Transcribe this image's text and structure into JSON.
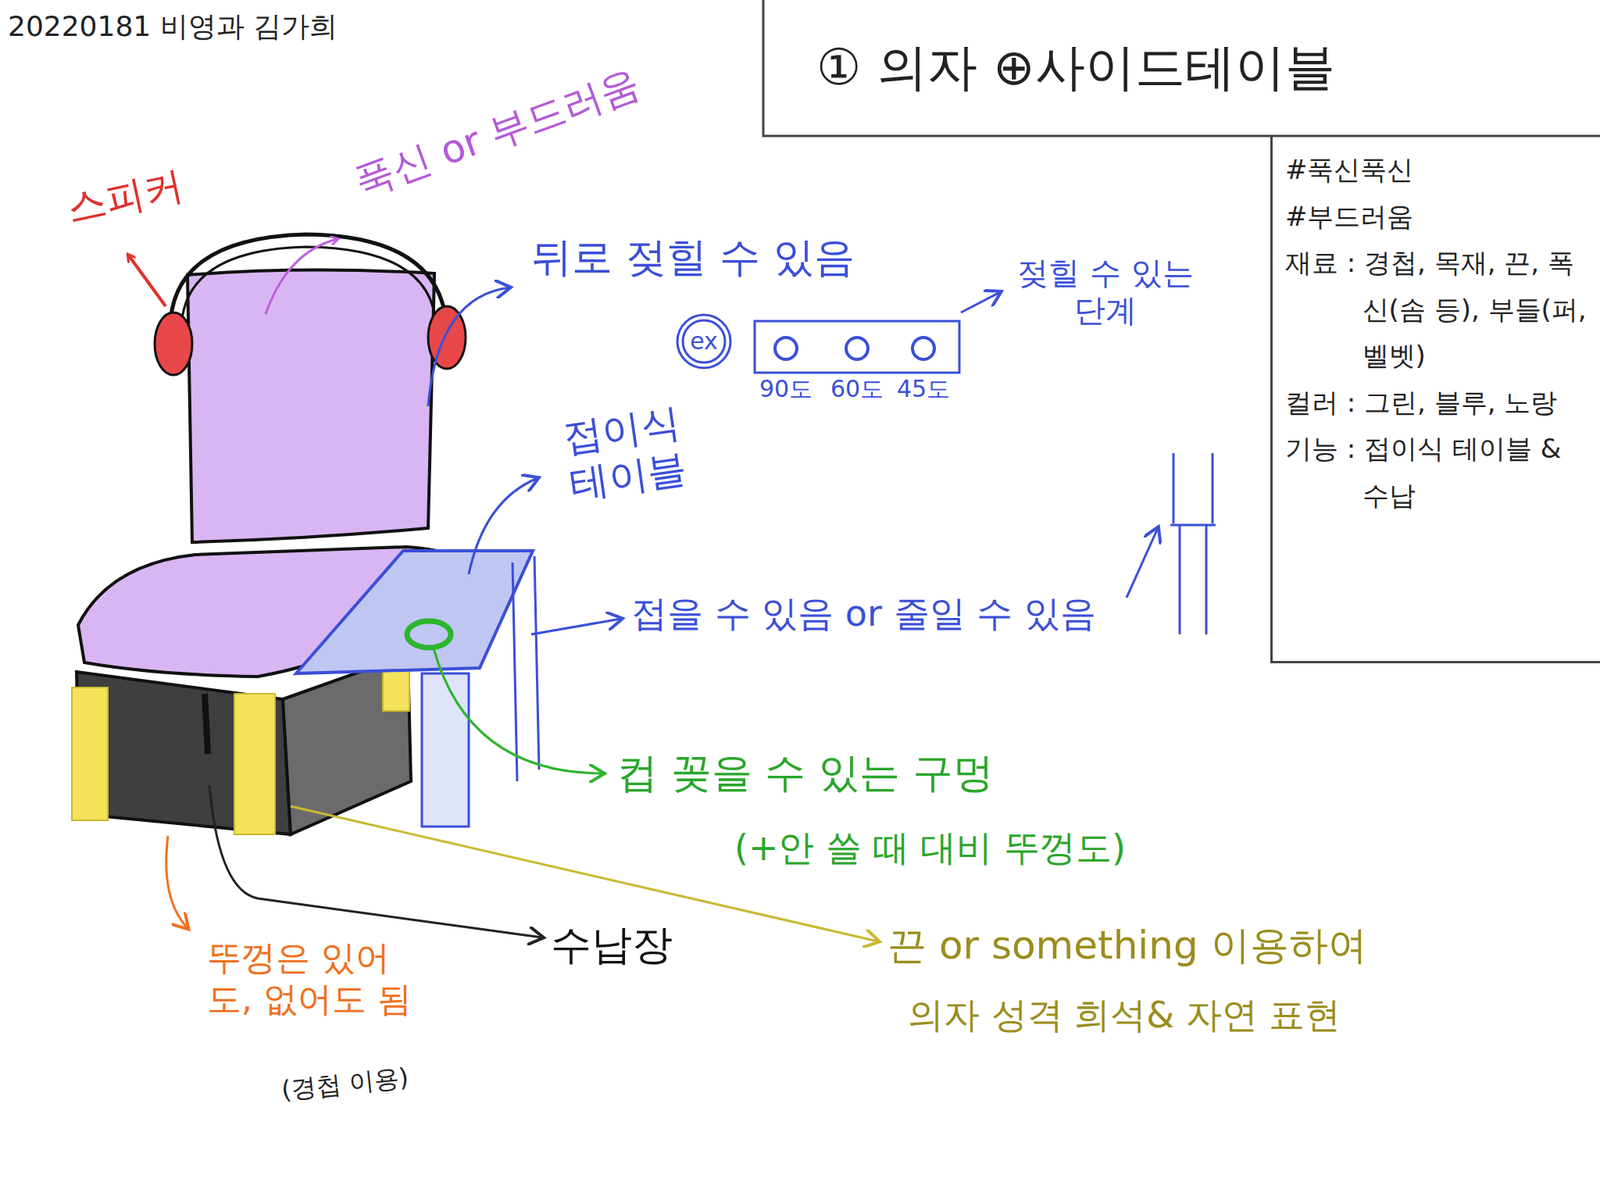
{
  "diagram": {
    "title": "① 의자 ⊕사이드테이블",
    "nodes": [
      {
        "text": [
          "#푹신푹신",
          "#부드러움",
          "재료 : 경첩, 목재, 끈, 폭신(솜 등), 부들(퍼, 벨벳)",
          "컬러 : 그린, 블루, 노랑",
          "기능 : 접이식 테이블 & 수납"
        ]
      }
    ],
    "labels": [
      "20220181 비영과 김가희",
      "스피커",
      "푹신 or 부드러움",
      "뒤로 젖힐 수 있음",
      "ex",
      "90도",
      "60도",
      "45도",
      "젖힐 수 있는 단계",
      "접이식 테이블",
      "접을 수 있음 or 줄일 수 있음",
      "컵 꽂을 수 있는 구멍",
      "(+안 쓸 때 대비 뚜껑도)",
      "수납장",
      "뚜껑은 있어도, 없어도 됨",
      "(경첩 이용)",
      "끈 or something 이용하여",
      "의자 성격 희석& 자연 표현"
    ]
  }
}
